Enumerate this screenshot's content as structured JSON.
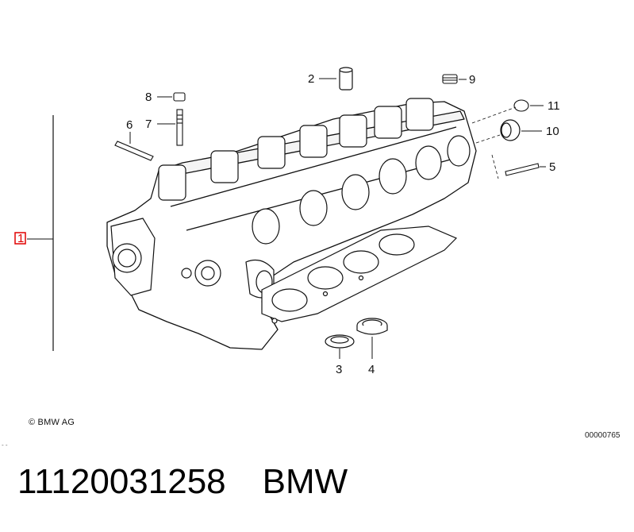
{
  "callouts": {
    "c1": "1",
    "c2": "2",
    "c3": "3",
    "c4": "4",
    "c5": "5",
    "c6": "6",
    "c7": "7",
    "c8": "8",
    "c9": "9",
    "c10": "10",
    "c11": "11"
  },
  "copyright": "© BMW AG",
  "image_code": "00000765",
  "footer": {
    "part_number": "11120031258",
    "brand": "BMW"
  },
  "colors": {
    "highlight": "#e00000",
    "ink": "#111111"
  }
}
